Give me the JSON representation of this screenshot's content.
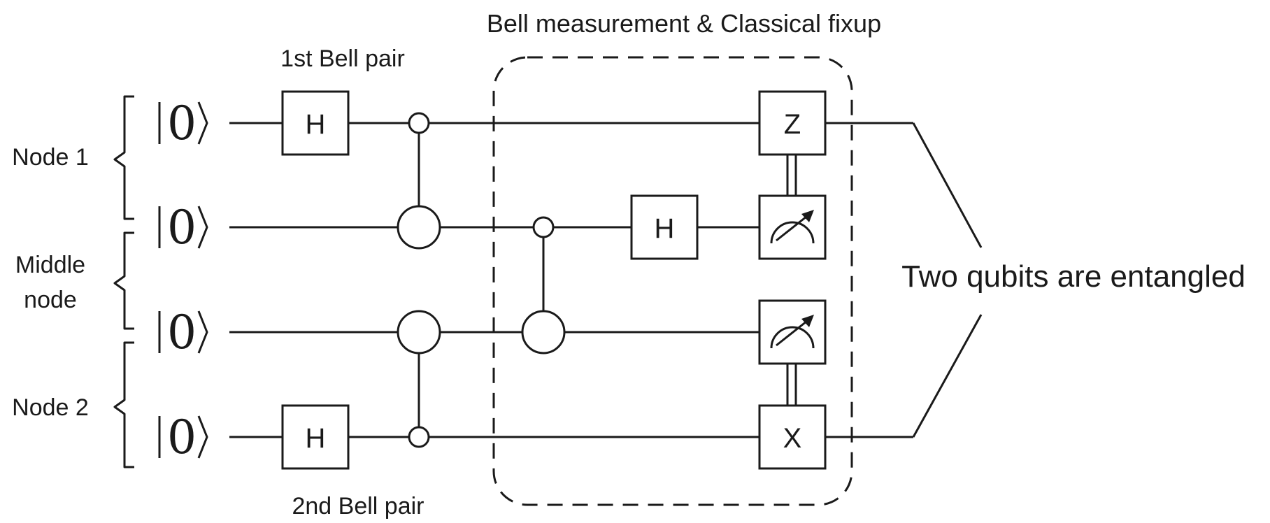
{
  "labels": {
    "top": "Bell measurement & Classical fixup",
    "first_pair": "1st Bell pair",
    "second_pair": "2nd Bell pair",
    "node1": "Node 1",
    "middle_line1": "Middle",
    "middle_line2": "node",
    "node2": "Node 2",
    "entangled": "Two qubits are entangled"
  },
  "qubits": [
    {
      "state": "0"
    },
    {
      "state": "0"
    },
    {
      "state": "0"
    },
    {
      "state": "0"
    }
  ],
  "gates": {
    "h": "H",
    "z": "Z",
    "x": "X"
  }
}
